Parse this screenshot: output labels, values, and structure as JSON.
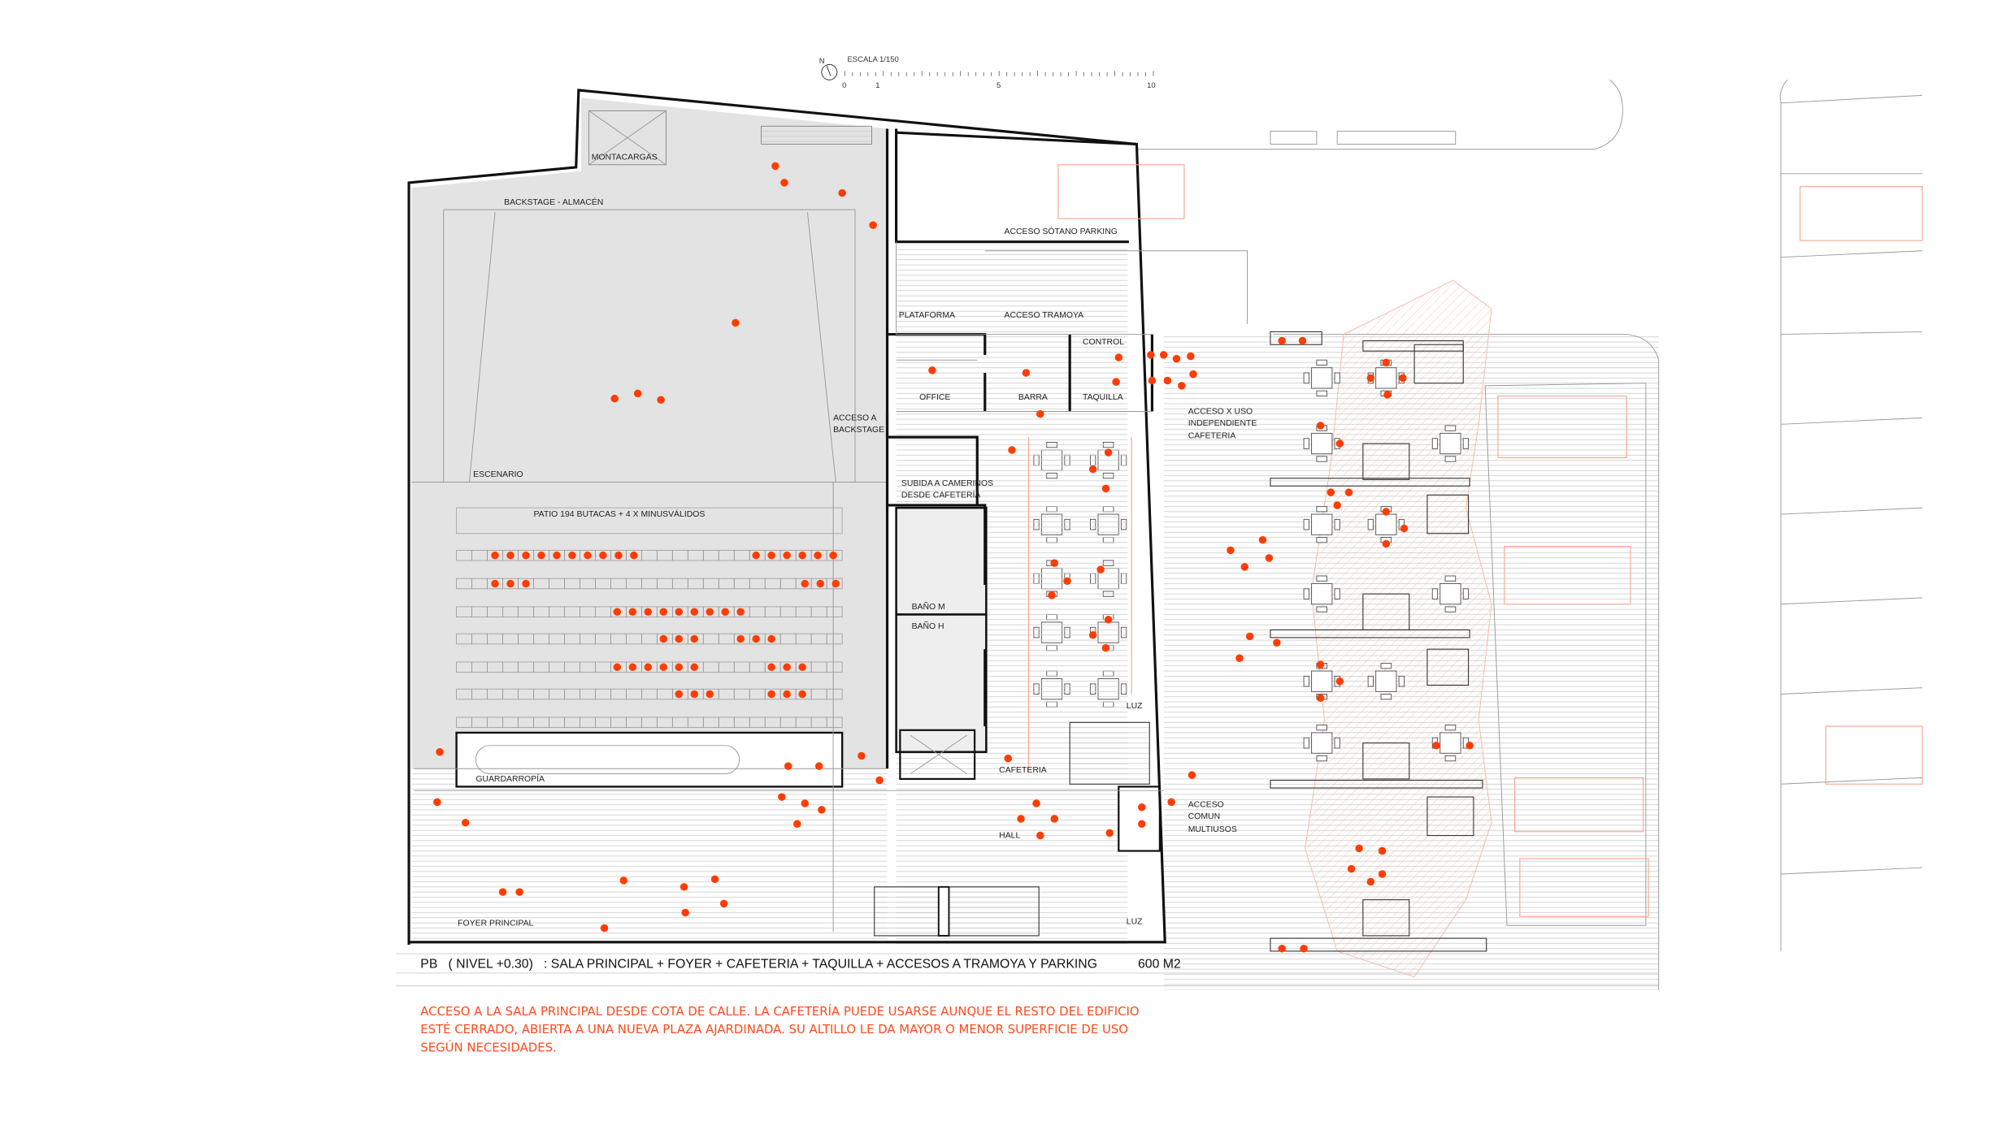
{
  "scale_bar": {
    "north": "N",
    "title": "ESCALA 1/150",
    "ticks": [
      "0",
      "1",
      "5",
      "10"
    ]
  },
  "labels": {
    "montacargas": "MONTACARGAS",
    "backstage": "BACKSTAGE - ALMACÉN",
    "parking": "ACCESO SÓTANO PARKING",
    "plataforma": "PLATAFORMA",
    "tramoya": "ACCESO TRAMOYA",
    "control": "CONTROL",
    "office": "OFFICE",
    "barra": "BARRA",
    "taquilla": "TAQUILLA",
    "acceso_backstage": [
      "ACCESO A",
      "BACKSTAGE"
    ],
    "acceso_cafeteria": [
      "ACCESO X USO",
      "INDEPENDIENTE",
      "CAFETERIA"
    ],
    "escenario": "ESCENARIO",
    "camerinos": [
      "SUBIDA A CAMERINOS",
      "DESDE CAFETERÍA"
    ],
    "patio": "PATIO 194 BUTACAS + 4 X MINUSVÁLIDOS",
    "bano_m": "BAÑO M",
    "bano_h": "BAÑO H",
    "luz_1": "LUZ",
    "luz_2": "LUZ",
    "cafeteria": "CAFETERIA",
    "guardarropia": "GUARDARROPÍA",
    "acceso_comun": [
      "ACCESO",
      "COMUN",
      "MULTIUSOS"
    ],
    "hall": "HALL",
    "foyer": "FOYER PRINCIPAL"
  },
  "plan_title": "PB   ( NIVEL +0.30)   : SALA PRINCIPAL + FOYER + CAFETERIA + TAQUILLA + ACCESOS A TRAMOYA Y PARKING",
  "area": "600 M2",
  "description": [
    "ACCESO A LA SALA PRINCIPAL DESDE COTA DE CALLE. LA CAFETERÍA PUEDE USARSE AUNQUE EL RESTO DEL EDIFICIO",
    "ESTÉ CERRADO, ABIERTA A UNA NUEVA PLAZA AJARDINADA. SU ALTILLO LE DA MAYOR O MENOR SUPERFICIE DE USO",
    "SEGÚN NECESIDADES."
  ],
  "colors": {
    "accent": "#ff3d00",
    "note": "#ff4a1a",
    "fill": "#e2e2e2"
  }
}
